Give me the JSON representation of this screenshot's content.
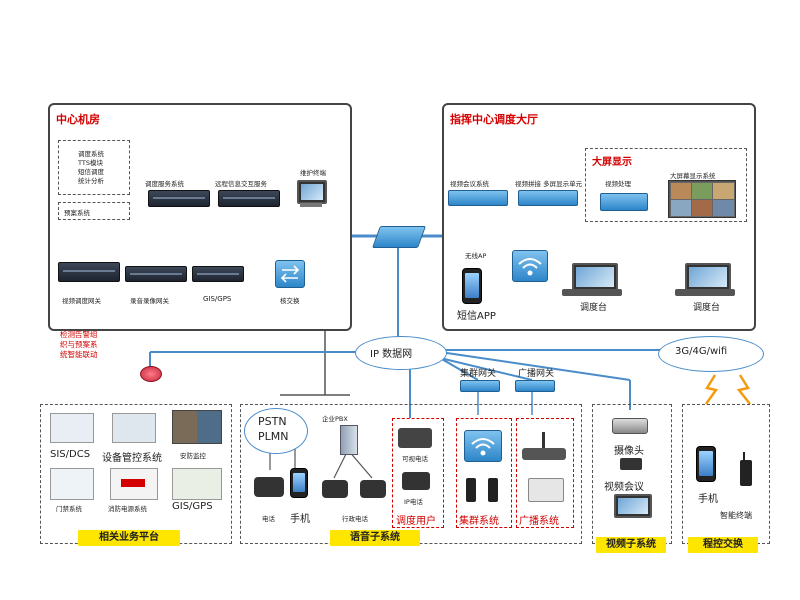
{
  "central_room": {
    "title": "中心机房",
    "software_list": [
      "调度系统",
      "TTS模块",
      "短信调度",
      "统计分析"
    ],
    "plan_system": "预案系统",
    "dispatch_server": "调度服务系统",
    "remote_server": "远程信息交互服务",
    "maint_terminal": "维护终端",
    "video_gateway": "视频调度网关",
    "record_gateway": "录音录像网关",
    "gis_gps": "GIS/GPS",
    "switch": "核交换"
  },
  "command_hall": {
    "title": "指挥中心调度大厅",
    "video_conf": "视频会议系统",
    "video_splice": "视频拼接 多屏显示单元",
    "big_screen_title": "大屏显示",
    "video_ctrl": "视频处理",
    "big_screen_sys": "大屏幕显示系统",
    "wireless_ap": "无线AP",
    "sms_app": "短信APP",
    "console_1": "调度台",
    "console_2": "调度台"
  },
  "ip_network": "IP 数据网",
  "mobile_network": "3G/4G/wifi",
  "alert_text": [
    "检测告警组",
    "织与预案系",
    "统智能联动"
  ],
  "related_platform": {
    "sis_dcs": "SIS/DCS",
    "equipment_ctrl": "设备管控系统",
    "security_monitor": "安防监控",
    "access_system": "门禁系统",
    "fire_system": "消防电源系统",
    "gis_gps": "GIS/GPS",
    "label": "相关业务平台"
  },
  "voice_subsystem": {
    "pstn": "PSTN",
    "plmn": "PLMN",
    "enterprise_pbx": "企业PBX",
    "phone": "电话",
    "mobile": "手机",
    "admin_phone": "行政电话",
    "dispatch_user": "调度用户",
    "desk_phone": "可视电话",
    "ip_phone": "IP电话",
    "trunk_gateway": "集群网关",
    "trunk_system": "集群系统",
    "broadcast_gateway": "广播网关",
    "broadcast_system": "广播系统",
    "label": "语音子系统"
  },
  "video_subsystem": {
    "camera": "摄像头",
    "video_conf": "视频会议",
    "label": "视频子系统"
  },
  "remote_exchange": {
    "mobile": "手机",
    "smart_terminal": "智能终端",
    "label": "程控交换"
  },
  "colors": {
    "accent_blue": "#2d86c9",
    "alert_red": "#d40000",
    "label_yellow": "#ffe600"
  }
}
